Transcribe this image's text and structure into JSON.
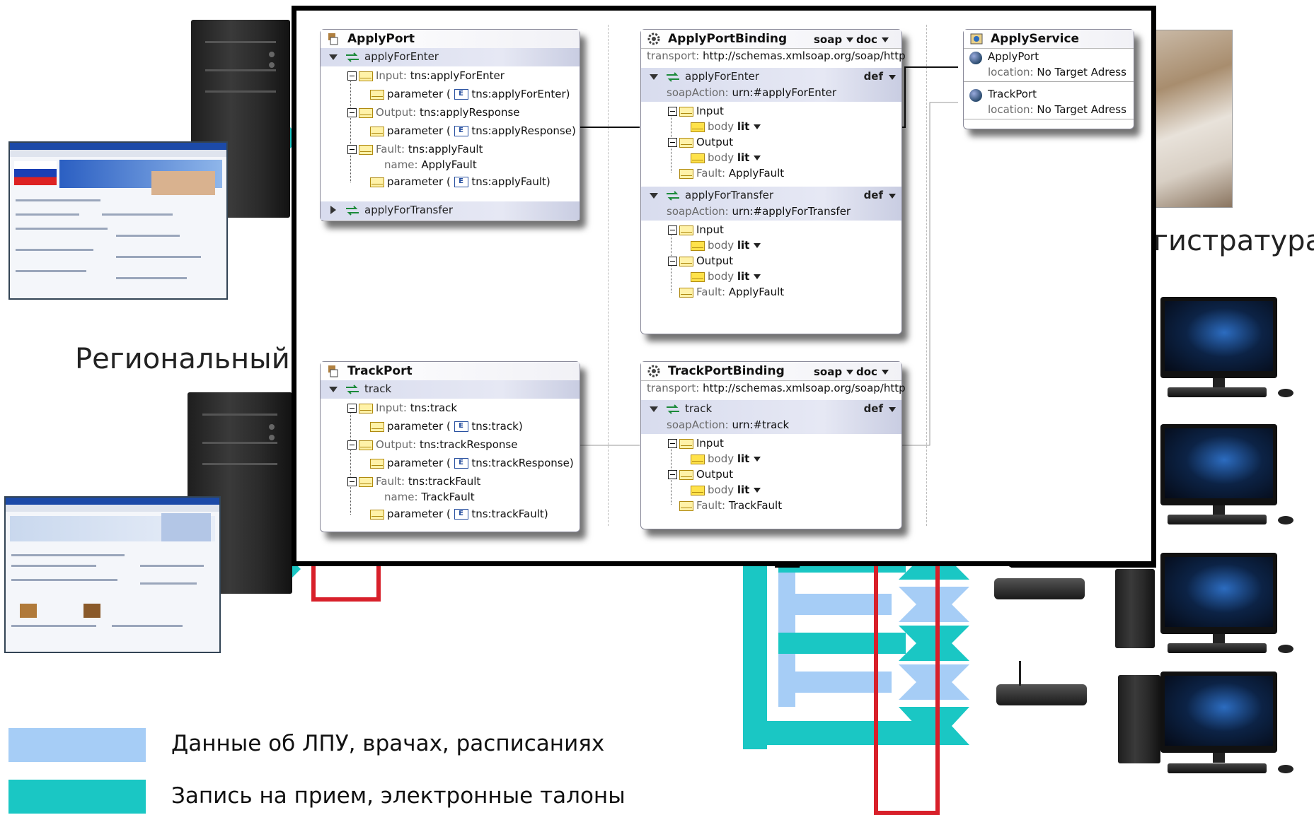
{
  "background": {
    "label_regional": "Региональный",
    "label_registry": "гистратура",
    "legend": [
      {
        "color": "#a6cdf6",
        "text": "Данные об ЛПУ, врачах, расписаниях"
      },
      {
        "color": "#1ac7c4",
        "text": "Запись на прием, электронные талоны"
      }
    ],
    "colors": {
      "light_blue": "#a6cdf6",
      "teal": "#1ac7c4",
      "red": "#d8202a"
    }
  },
  "diagram": {
    "apply_port": {
      "title": "ApplyPort",
      "op1": "applyForEnter",
      "input_label": "Input:",
      "input_value": "tns:applyForEnter",
      "param_label": "parameter",
      "param1_type": "tns:applyForEnter",
      "output_label": "Output:",
      "output_value": "tns:applyResponse",
      "param2_type": "tns:applyResponse",
      "fault_label": "Fault:",
      "fault_value": "tns:applyFault",
      "name_label": "name:",
      "name_value": "ApplyFault",
      "param3_type": "tns:applyFault",
      "op2": "applyForTransfer"
    },
    "apply_binding": {
      "title": "ApplyPortBinding",
      "soap": "soap",
      "doc": "doc",
      "transport_label": "transport:",
      "transport_value": "http://schemas.xmlsoap.org/soap/http",
      "op1": "applyForEnter",
      "op1_action_label": "soapAction:",
      "op1_action_value": "urn:#applyForEnter",
      "def": "def",
      "input": "Input",
      "output": "Output",
      "body": "body",
      "lit": "lit",
      "fault_label": "Fault:",
      "fault_value": "ApplyFault",
      "op2": "applyForTransfer",
      "op2_action_value": "urn:#applyForTransfer"
    },
    "apply_service": {
      "title": "ApplyService",
      "port1": "ApplyPort",
      "port2": "TrackPort",
      "location_label": "location:",
      "location_value": "No Target Adress"
    },
    "track_port": {
      "title": "TrackPort",
      "op": "track",
      "input_label": "Input:",
      "input_value": "tns:track",
      "param_label": "parameter",
      "param1_type": "tns:track",
      "output_label": "Output:",
      "output_value": "tns:trackResponse",
      "param2_type": "tns:trackResponse",
      "fault_label": "Fault:",
      "fault_value": "tns:trackFault",
      "name_label": "name:",
      "name_value": "TrackFault",
      "param3_type": "tns:trackFault"
    },
    "track_binding": {
      "title": "TrackPortBinding",
      "soap": "soap",
      "doc": "doc",
      "transport_label": "transport:",
      "transport_value": "http://schemas.xmlsoap.org/soap/http",
      "op": "track",
      "action_label": "soapAction:",
      "action_value": "urn:#track",
      "def": "def",
      "input": "Input",
      "output": "Output",
      "body": "body",
      "lit": "lit",
      "fault_label": "Fault:",
      "fault_value": "TrackFault"
    }
  }
}
